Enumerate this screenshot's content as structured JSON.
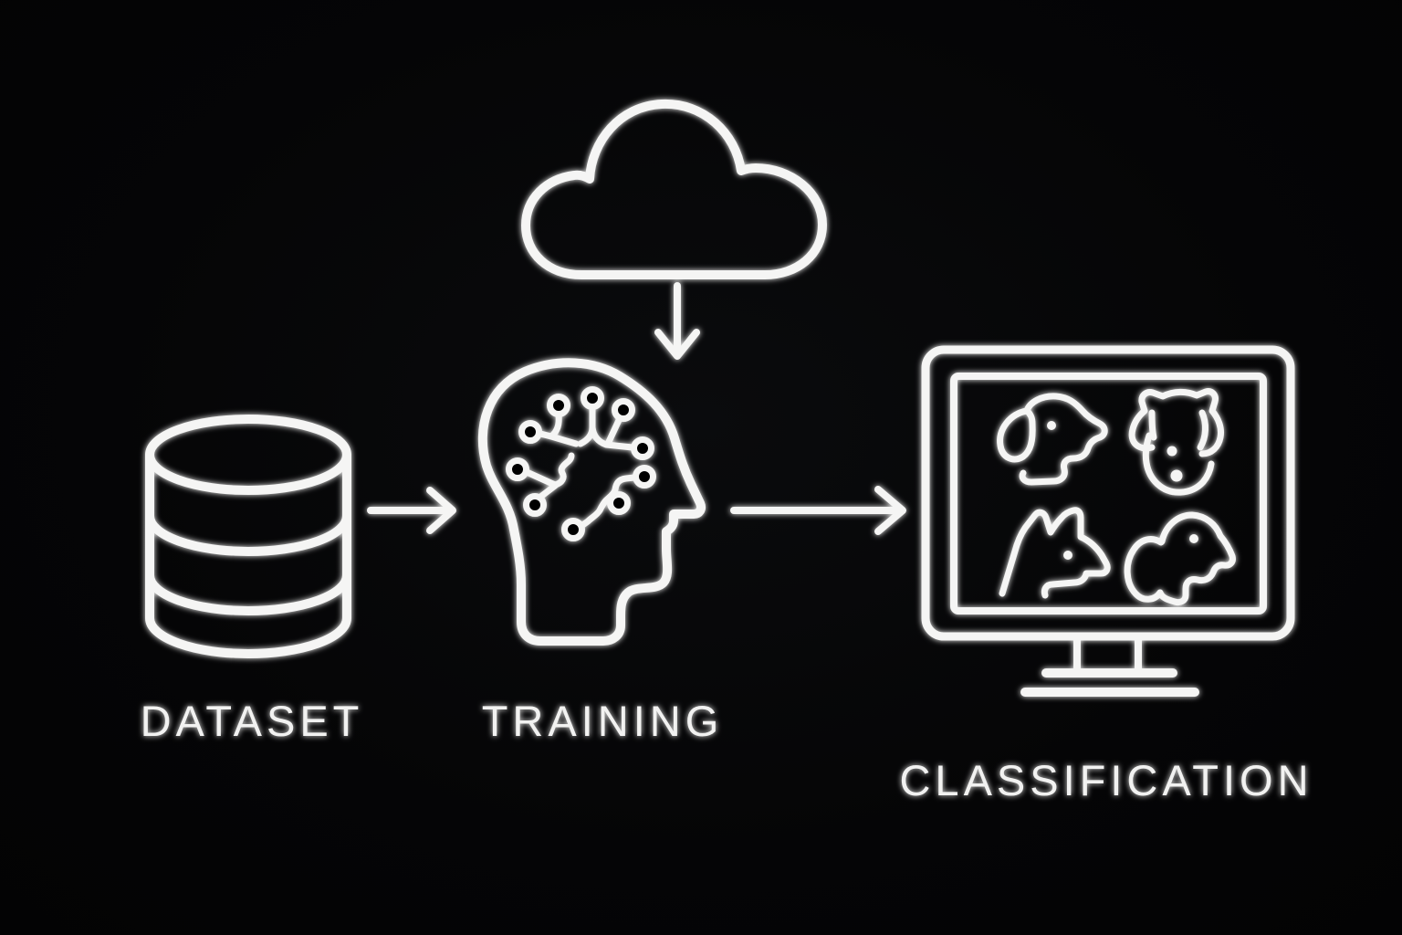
{
  "colors": {
    "background": "#050506",
    "line": "#f5f5f4",
    "text": "#f2f2f1"
  },
  "pipeline": {
    "stages": [
      {
        "id": "dataset",
        "label": "DATASET",
        "icon": "database-icon"
      },
      {
        "id": "training",
        "label": "TRAINING",
        "icon": "head-neural-network-icon",
        "input_source_icon": "cloud-icon"
      },
      {
        "id": "classification",
        "label": "CLASSIFICATION",
        "icon": "monitor-icon",
        "screen_icons": [
          "dog-head-floppy-ear-icon",
          "dog-face-front-icon",
          "dog-head-pointed-ears-icon",
          "dog-head-droopy-ear-icon"
        ]
      }
    ],
    "connections": [
      {
        "from": "dataset",
        "to": "training",
        "style": "arrow-right"
      },
      {
        "from": "cloud",
        "to": "training",
        "style": "arrow-down"
      },
      {
        "from": "training",
        "to": "classification",
        "style": "arrow-right"
      }
    ]
  }
}
